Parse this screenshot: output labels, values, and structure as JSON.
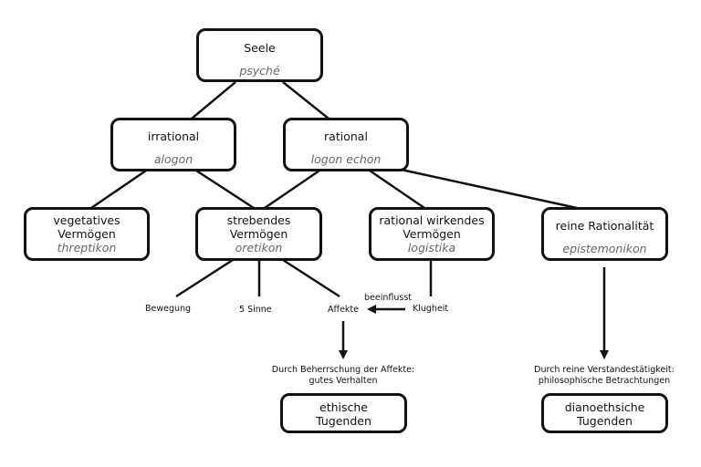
{
  "nodes": {
    "seele": {
      "title": "Seele",
      "subtitle": "psyché"
    },
    "irrational": {
      "title": "irrational",
      "subtitle": "alogon"
    },
    "rational": {
      "title": "rational",
      "subtitle": "logon echon"
    },
    "vegetativ": {
      "title_line1": "vegetatives",
      "title_line2": "Vermögen",
      "subtitle": "threptikon"
    },
    "strebend": {
      "title_line1": "strebendes",
      "title_line2": "Vermögen",
      "subtitle": "oretikon"
    },
    "rational_wirkend": {
      "title_line1": "rational wirkendes",
      "title_line2": "Vermögen",
      "subtitle": "logistika"
    },
    "reine": {
      "title": "reine Rationalität",
      "subtitle": "epistemonikon"
    },
    "ethisch": {
      "title_line1": "ethische",
      "title_line2": "Tugenden"
    },
    "dianoetisch": {
      "title_line1": "dianoethsiche",
      "title_line2": "Tugenden"
    }
  },
  "labels": {
    "bewegung": "Bewegung",
    "sinne": "5 Sinne",
    "affekte": "Affekte",
    "klugheit": "Klugheit",
    "beeinflusst": "beeinflusst"
  },
  "captions": {
    "ethisch_line1": "Durch Beherrschung der Affekte:",
    "ethisch_line2": "gutes Verhalten",
    "dianoetisch_line1": "Durch reine Verstandestätigkeit:",
    "dianoetisch_line2": "philosophische Betrachtungen"
  }
}
